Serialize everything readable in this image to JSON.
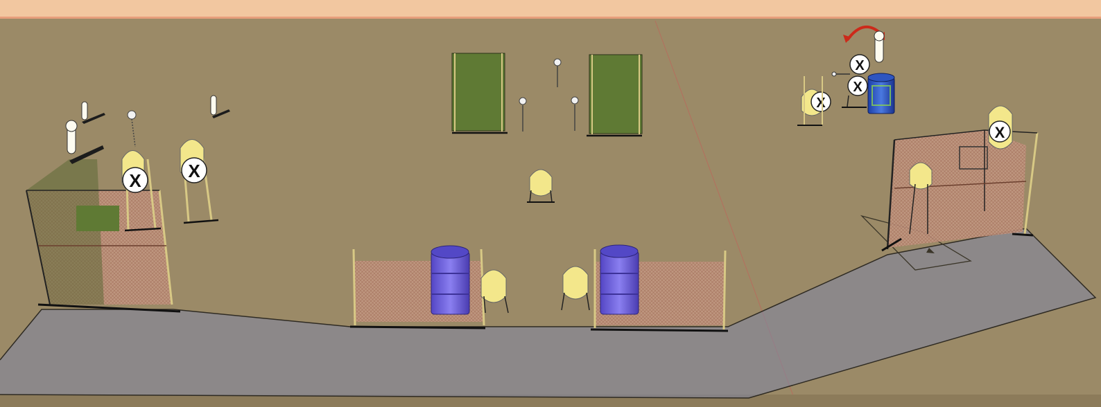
{
  "scene": {
    "view": "3d-perspective-stage-layout",
    "colors": {
      "sky": "#f3c9a2",
      "ground": "#9b8a67",
      "shooting_area": "#7d84a8",
      "wall_fill": "#c59a84",
      "wall_frame": "#d8c985",
      "green_panel": "#5f7a34",
      "barrel": "#6a5fd8",
      "barrel_dark": "#4a3fb0",
      "target_paper": "#f3e78b",
      "no_shoot": "#ffffff",
      "red_arrow": "#cc2a1a"
    },
    "objects": {
      "no_shoot_marks": [
        "X",
        "X",
        "X",
        "X",
        "X",
        "X"
      ],
      "popper_count": 6,
      "barrel_count": 3,
      "green_panel_count": 2,
      "fault_wall_count": 2,
      "shooting_box_count": 1
    }
  }
}
